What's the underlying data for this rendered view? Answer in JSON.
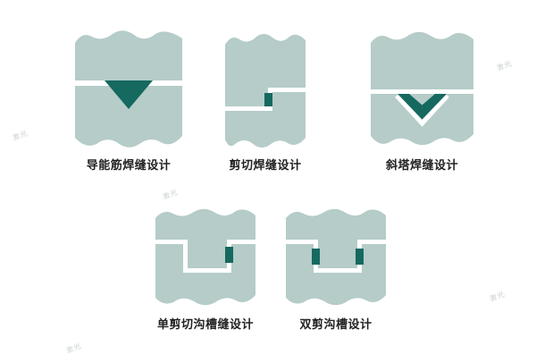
{
  "colors": {
    "piece": "#b5ccc8",
    "weld": "#15695f",
    "label": "#222222",
    "watermark": "#c7cecd"
  },
  "diagrams": [
    {
      "label": "导能筋焊缝设计"
    },
    {
      "label": "剪切焊缝设计"
    },
    {
      "label": "斜塔焊缝设计"
    },
    {
      "label": "单剪切沟槽缝设计"
    },
    {
      "label": "双剪沟槽设计"
    }
  ],
  "watermark": {
    "text": "激光"
  }
}
